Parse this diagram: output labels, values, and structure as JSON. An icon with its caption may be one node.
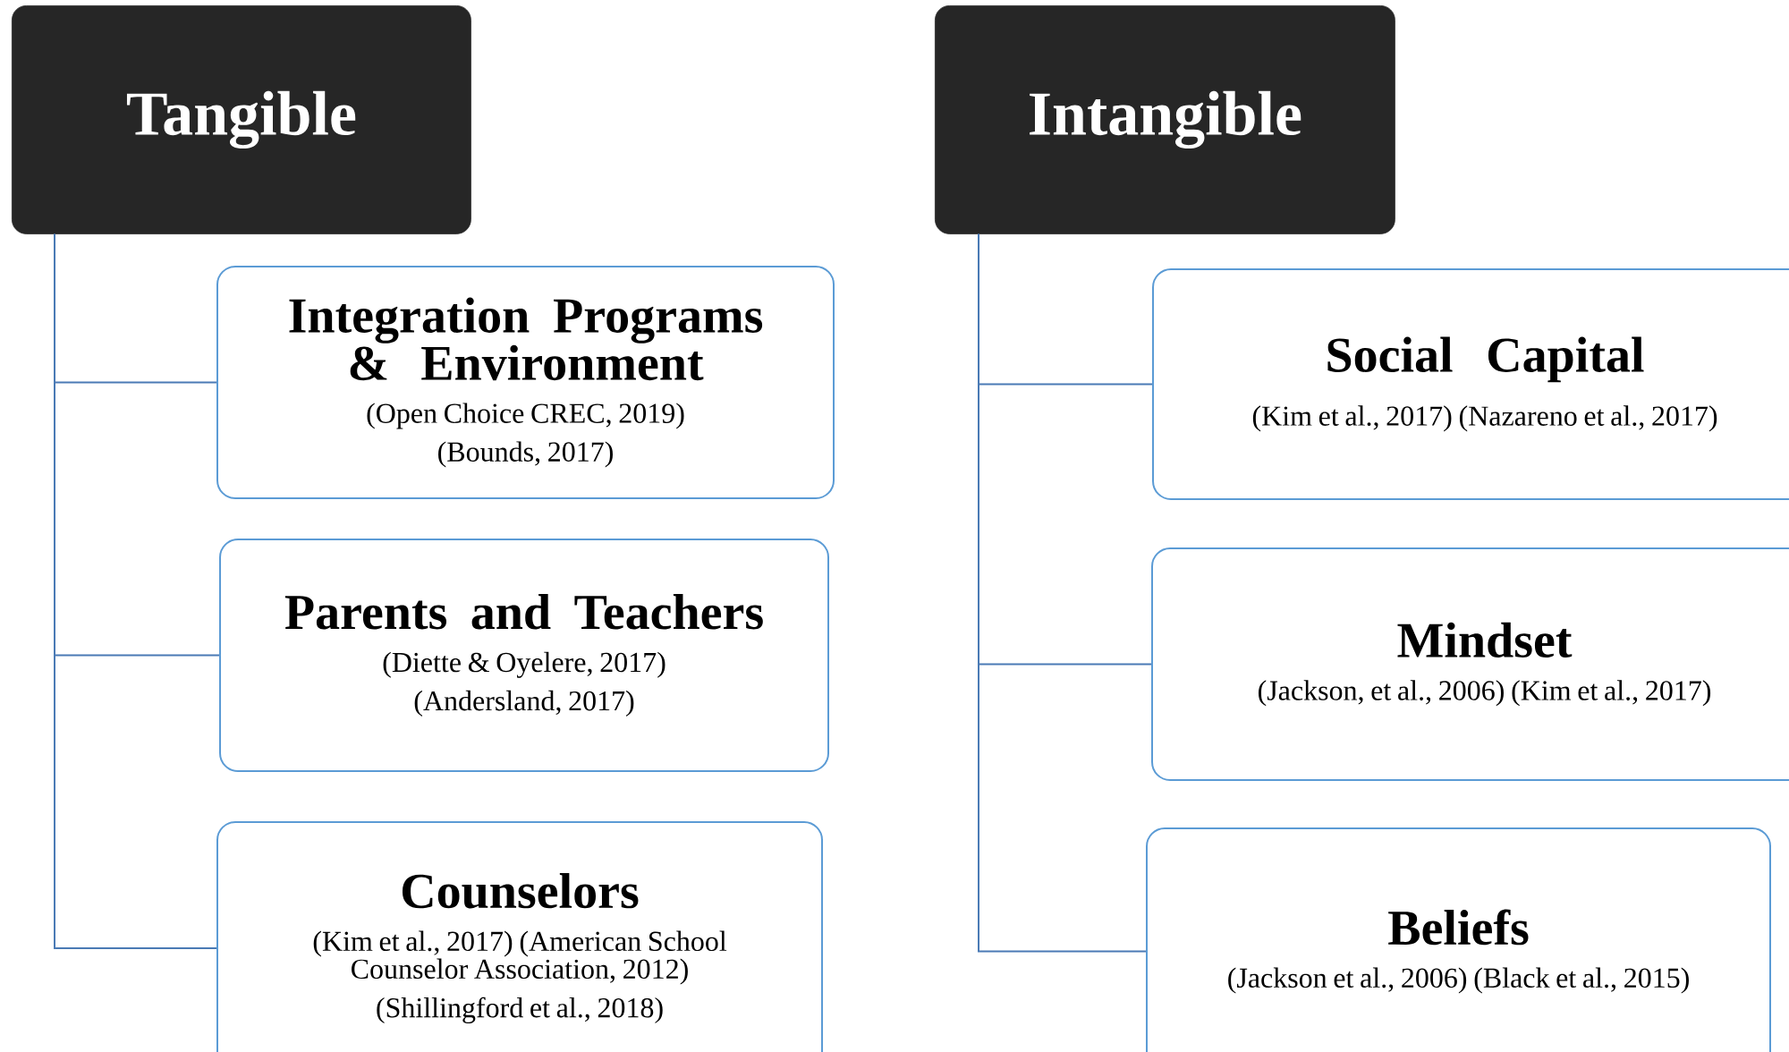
{
  "diagram": {
    "nodes": [
      {
        "text": [
          "Tangible"
        ]
      },
      {
        "text": [
          "Integration Programs & Environment",
          "(Open Choice CREC, 2019)",
          "(Bounds, 2017)"
        ]
      },
      {
        "text": [
          "Parents and Teachers",
          "(Diette & Oyelere, 2017)",
          "(Andersland, 2017)"
        ]
      },
      {
        "text": [
          "Counselors",
          "(Kim et al., 2017) (American School Counselor Association, 2012)",
          "(Shillingford et al., 2018)"
        ]
      },
      {
        "text": [
          "Intangible"
        ]
      },
      {
        "text": [
          "Social Capital",
          "(Kim et al., 2017) (Nazareno et al., 2017)"
        ]
      },
      {
        "text": [
          "Mindset",
          "(Jackson, et al., 2006) (Kim et al., 2017)"
        ]
      },
      {
        "text": [
          "Beliefs",
          "(Jackson et al., 2006) (Black et al., 2015)"
        ]
      }
    ],
    "edges": [
      {
        "from": 0,
        "to": 1,
        "arrow": "none"
      },
      {
        "from": 0,
        "to": 2,
        "arrow": "none"
      },
      {
        "from": 0,
        "to": 3,
        "arrow": "none"
      },
      {
        "from": 4,
        "to": 5,
        "arrow": "none"
      },
      {
        "from": 4,
        "to": 6,
        "arrow": "none"
      },
      {
        "from": 4,
        "to": 7,
        "arrow": "none"
      }
    ]
  }
}
